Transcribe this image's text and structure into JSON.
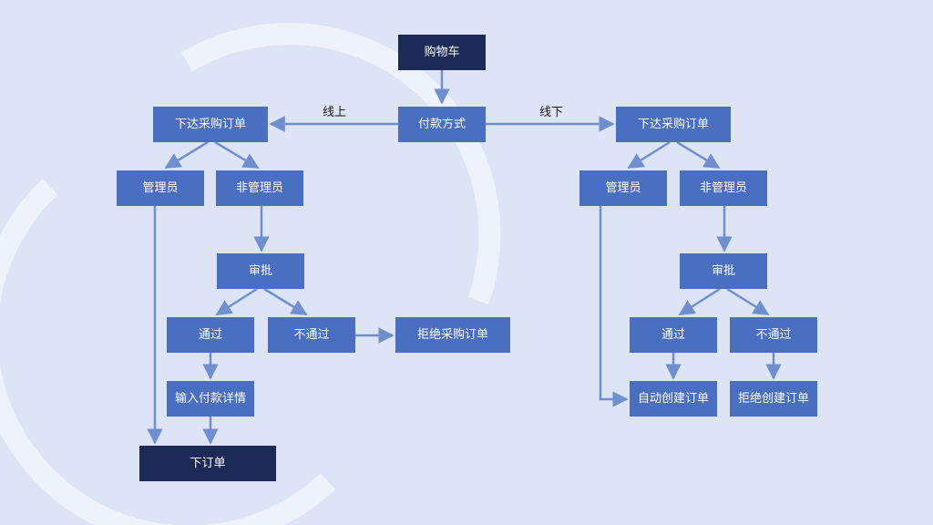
{
  "colors": {
    "background": "#dde4f6",
    "node": "#4a6fc0",
    "node_dark": "#1b2a57",
    "connector": "#6f8fd0",
    "ring": "#eef2fb"
  },
  "nodes": {
    "cart": "购物车",
    "payment_method": "付款方式",
    "online": {
      "purchase_order": "下达采购订单",
      "admin": "管理员",
      "non_admin": "非管理员",
      "approval": "审批",
      "pass": "通过",
      "fail": "不通过",
      "reject_po": "拒绝采购订单",
      "input_payment": "输入付款详情",
      "place_order": "下订单"
    },
    "offline": {
      "purchase_order": "下达采购订单",
      "admin": "管理员",
      "non_admin": "非管理员",
      "approval": "审批",
      "pass": "通过",
      "fail": "不通过",
      "auto_create": "自动创建订单",
      "reject_create": "拒绝创建订单"
    }
  },
  "edge_labels": {
    "online": "线上",
    "offline": "线下"
  }
}
